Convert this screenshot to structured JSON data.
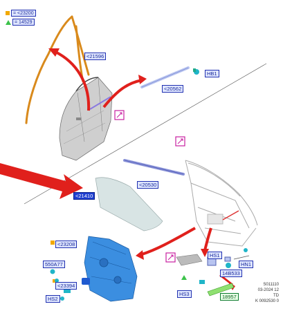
{
  "legend": [
    {
      "swatch": "square",
      "color": "#f2a900",
      "label": "= <23200"
    },
    {
      "swatch": "triangle",
      "color": "#3cc24a",
      "label": "= 14529"
    }
  ],
  "callouts": [
    {
      "id": "c21596",
      "text": "<21596",
      "style": "normal"
    },
    {
      "id": "c20562",
      "text": "<20562",
      "style": "normal"
    },
    {
      "id": "cHB1",
      "text": "HB1",
      "style": "normal"
    },
    {
      "id": "c20530",
      "text": "<20530",
      "style": "normal"
    },
    {
      "id": "c21410",
      "text": "<21410",
      "style": "dark"
    },
    {
      "id": "c23208",
      "text": "<23208",
      "style": "normal"
    },
    {
      "id": "c550A77",
      "text": "550A77",
      "style": "normal"
    },
    {
      "id": "c23394",
      "text": "<23394",
      "style": "normal"
    },
    {
      "id": "cHS2",
      "text": "HS2",
      "style": "normal"
    },
    {
      "id": "cHS1",
      "text": "HS1",
      "style": "normal"
    },
    {
      "id": "cHN1",
      "text": "HN1",
      "style": "normal"
    },
    {
      "id": "c14B533",
      "text": "14B533",
      "style": "normal"
    },
    {
      "id": "cHS3",
      "text": "HS3",
      "style": "normal"
    },
    {
      "id": "c18957",
      "text": "18957",
      "style": "green"
    }
  ],
  "reference": {
    "line1": "S011110",
    "line2": "03-2024 12",
    "line3": "TD",
    "line4": "K 0092530 0"
  },
  "colors": {
    "arrow": "#e0201c",
    "seal": "#d98a1c",
    "door_panel": "#c9c9c9",
    "glass": "#d8e4e4",
    "regulator": "#3b8ee0",
    "part_blue": "#b8c4f0",
    "callout_border": "#1f2fb0",
    "icon_magenta": "#c81ea0",
    "connector_teal": "#1fb5c8"
  }
}
